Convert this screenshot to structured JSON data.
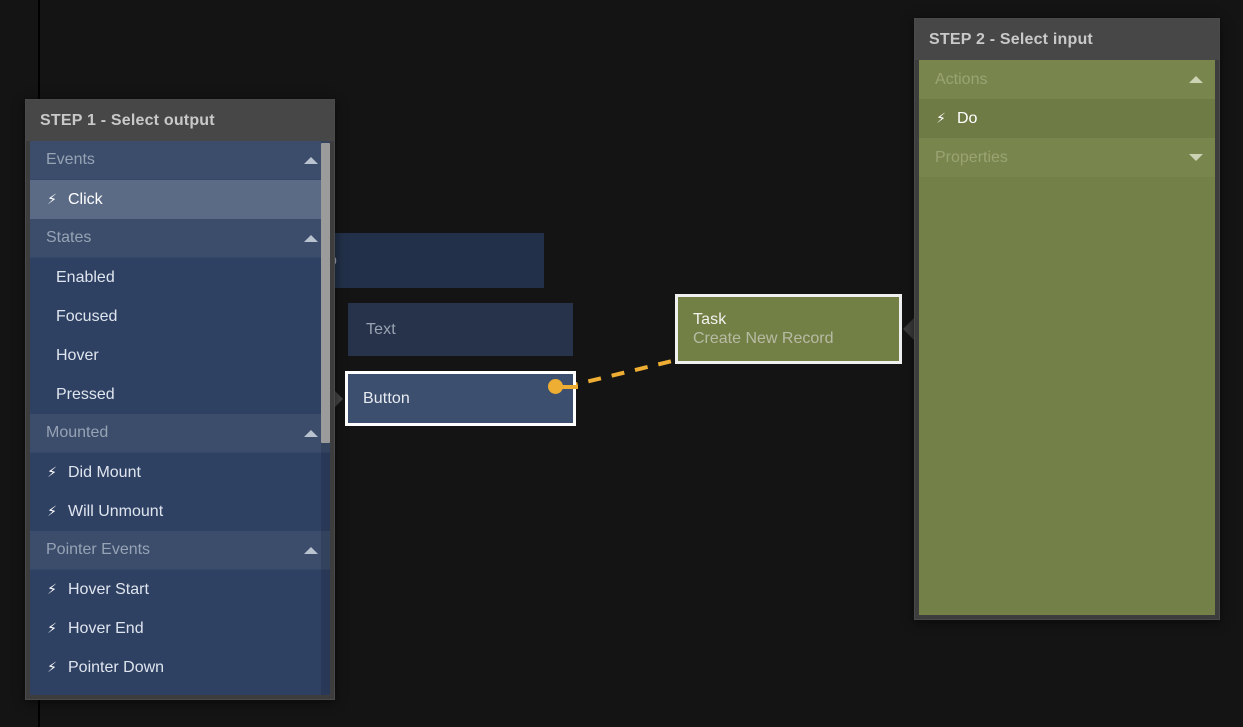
{
  "canvas": {
    "background_color": "#141414",
    "divider_color": "#000000"
  },
  "nodes": [
    {
      "id": "group",
      "title": "Group",
      "subtitle": "",
      "type": "component",
      "color": "#223049",
      "selected": false
    },
    {
      "id": "text",
      "title": "Text",
      "subtitle": "",
      "type": "component",
      "color": "#26334a",
      "selected": false
    },
    {
      "id": "button",
      "title": "Button",
      "subtitle": "",
      "type": "component",
      "color": "#3d4f6e",
      "selected": true
    },
    {
      "id": "task",
      "title": "Task",
      "subtitle": "Create New Record",
      "type": "action",
      "color": "#728046",
      "selected": true
    }
  ],
  "link": {
    "from": "button",
    "to": "task",
    "style": "dashed",
    "color": "#eead33",
    "arrowhead": true
  },
  "panels": {
    "step1": {
      "title": "STEP 1 - Select output",
      "accent_color": "#2f4163",
      "scrollbar": {
        "visible": true
      },
      "sections": [
        {
          "label": "Events",
          "expanded": true,
          "chevron": "chevron-up-icon",
          "items": [
            {
              "label": "Click",
              "icon": "bolt-icon",
              "selected": true
            }
          ]
        },
        {
          "label": "States",
          "expanded": true,
          "chevron": "chevron-up-icon",
          "items": [
            {
              "label": "Enabled",
              "icon": "",
              "selected": false
            },
            {
              "label": "Focused",
              "icon": "",
              "selected": false
            },
            {
              "label": "Hover",
              "icon": "",
              "selected": false
            },
            {
              "label": "Pressed",
              "icon": "",
              "selected": false
            }
          ]
        },
        {
          "label": "Mounted",
          "expanded": true,
          "chevron": "chevron-up-icon",
          "items": [
            {
              "label": "Did Mount",
              "icon": "bolt-icon",
              "selected": false
            },
            {
              "label": "Will Unmount",
              "icon": "bolt-icon",
              "selected": false
            }
          ]
        },
        {
          "label": "Pointer Events",
          "expanded": true,
          "chevron": "chevron-up-icon",
          "items": [
            {
              "label": "Hover Start",
              "icon": "bolt-icon",
              "selected": false
            },
            {
              "label": "Hover End",
              "icon": "bolt-icon",
              "selected": false
            },
            {
              "label": "Pointer Down",
              "icon": "bolt-icon",
              "selected": false
            }
          ]
        }
      ]
    },
    "step2": {
      "title": "STEP 2 - Select input",
      "accent_color": "#738047",
      "scrollbar": {
        "visible": false
      },
      "sections": [
        {
          "label": "Actions",
          "expanded": true,
          "chevron": "chevron-up-icon",
          "items": [
            {
              "label": "Do",
              "icon": "bolt-icon",
              "selected": true
            }
          ]
        },
        {
          "label": "Properties",
          "expanded": false,
          "chevron": "chevron-down-icon",
          "items": []
        }
      ]
    }
  },
  "glyphs": {
    "bolt": "⚡"
  }
}
